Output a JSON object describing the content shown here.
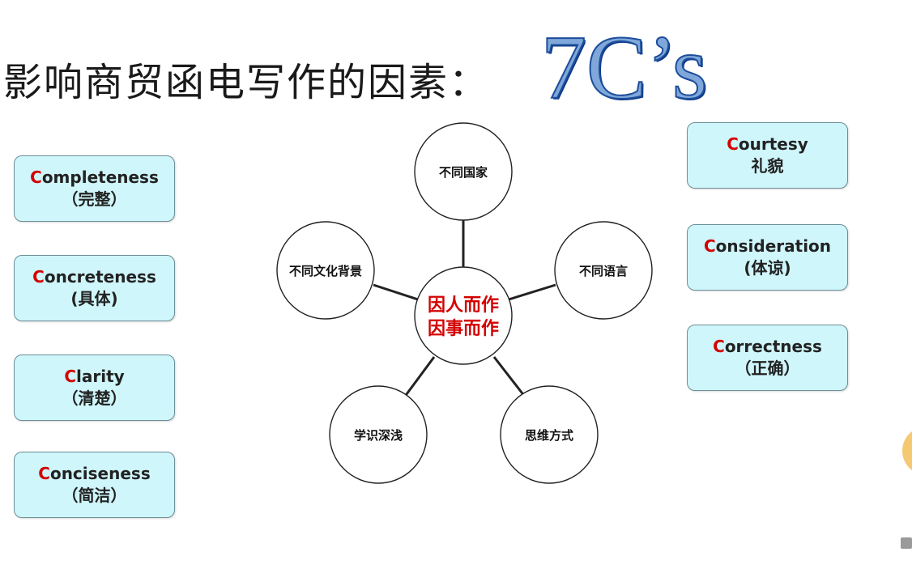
{
  "title": {
    "text": "影响商贸函电写作的因素：",
    "highlight": "7C’s"
  },
  "left_cards": [
    {
      "initial": "C",
      "rest": "ompleteness",
      "zh": "（完整）"
    },
    {
      "initial": "C",
      "rest": "oncreteness",
      "zh": "(具体)"
    },
    {
      "initial": "C",
      "rest": "larity",
      "zh": "（清楚）"
    },
    {
      "initial": "C",
      "rest": "onciseness",
      "zh": "（简洁）"
    }
  ],
  "right_cards": [
    {
      "initial": "C",
      "rest": "ourtesy",
      "zh": "礼貌"
    },
    {
      "initial": "C",
      "rest": "onsideration",
      "zh": "(体谅)"
    },
    {
      "initial": "C",
      "rest": "orrectness",
      "zh": "（正确）"
    }
  ],
  "diagram": {
    "center": {
      "line1": "因人而作",
      "line2": "因事而作"
    },
    "nodes": [
      "不同国家",
      "不同语言",
      "思维方式",
      "学识深浅",
      "不同文化背景"
    ]
  },
  "colors": {
    "accent_red": "#d40000",
    "card_bg": "#cff6fb",
    "title_blue": "#1c4d9c"
  }
}
